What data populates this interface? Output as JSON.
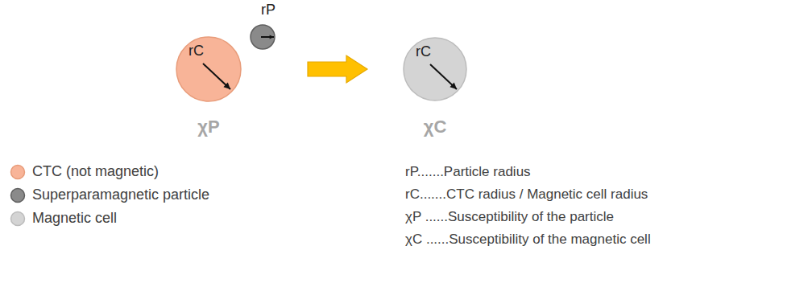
{
  "diagram": {
    "nodes": [
      {
        "text": [
          "rC"
        ]
      },
      {
        "text": [
          "rP"
        ]
      },
      {
        "text": [
          "rC"
        ]
      }
    ],
    "edges": [
      {
        "from": 0,
        "to": 2,
        "arrow": "to"
      }
    ],
    "labels": [
      "χP",
      "χC",
      "rP.......Particle radius",
      "rC.......CTC radius / Magnetic cell radius",
      "χP ......Susceptibility of the particle",
      "χC ......Susceptibility of the magnetic cell"
    ],
    "legend": [
      {
        "text": "CTC (not magnetic)",
        "color": "#f8b498"
      },
      {
        "text": "Superparamagnetic particle",
        "color": "#8a8a8a"
      },
      {
        "text": "Magnetic cell",
        "color": "#d4d4d4"
      }
    ]
  }
}
